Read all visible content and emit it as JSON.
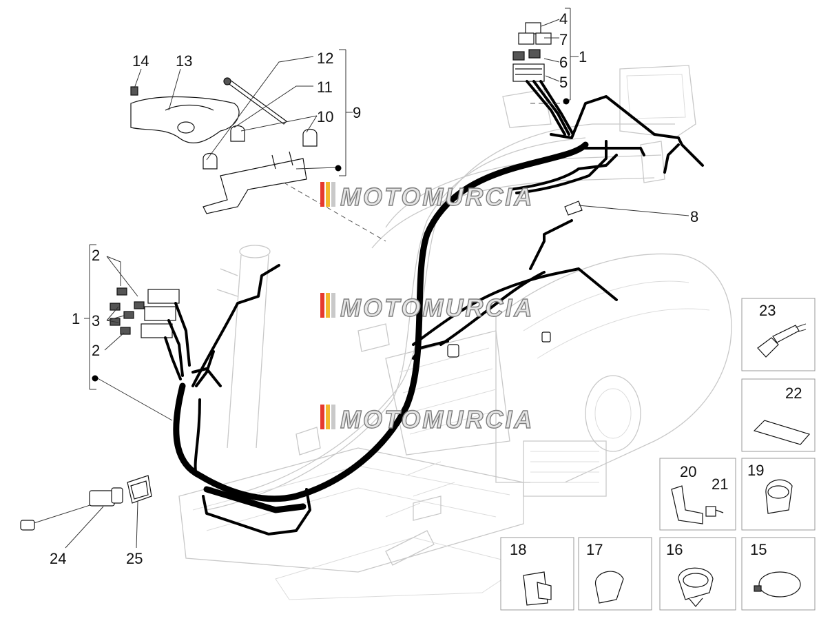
{
  "watermark": {
    "text": "MOTOMURCIA",
    "stripe_colors": [
      "#e63a2e",
      "#f2b92c",
      "#c9c9c9"
    ]
  },
  "callouts": {
    "n1a": "1",
    "n1b": "1",
    "n2a": "2",
    "n2b": "2",
    "n3": "3",
    "n4": "4",
    "n5": "5",
    "n6": "6",
    "n7": "7",
    "n8": "8",
    "n9": "9",
    "n10": "10",
    "n11": "11",
    "n12": "12",
    "n13": "13",
    "n14": "14",
    "n15": "15",
    "n16": "16",
    "n17": "17",
    "n18": "18",
    "n19": "19",
    "n20": "20",
    "n21": "21",
    "n22": "22",
    "n23": "23",
    "n24": "24",
    "n25": "25"
  },
  "colors": {
    "line": "#000000",
    "frame": "#c8c8c8",
    "box_border": "#999999"
  }
}
